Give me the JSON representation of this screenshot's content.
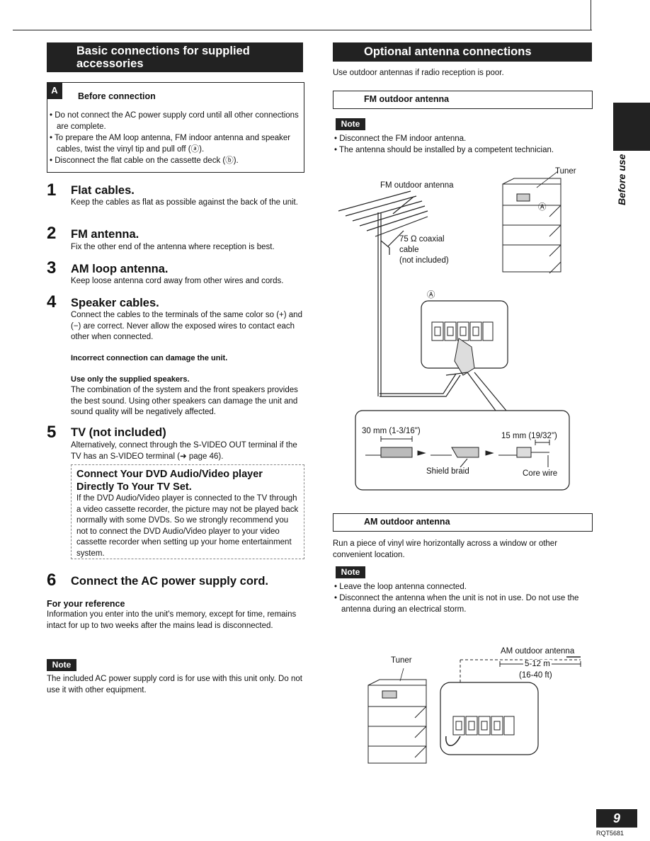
{
  "left": {
    "section_heading_line1": "Basic connections for supplied",
    "section_heading_line2": "accessories",
    "before_box": {
      "badge": "A",
      "title": "Before connection",
      "items": [
        "Do not connect the AC power supply cord until all other connections are complete.",
        "To prepare the AM loop antenna, FM indoor antenna and speaker cables, twist the vinyl tip and pull off (ⓐ).",
        "Disconnect the flat cable on the cassette deck (ⓑ)."
      ]
    },
    "steps": [
      {
        "num": "1",
        "title": "Flat cables.",
        "text": "Keep the cables as flat as possible against the back of the unit."
      },
      {
        "num": "2",
        "title": "FM antenna.",
        "text": "Fix the other end of the antenna where reception is best."
      },
      {
        "num": "3",
        "title": "AM loop antenna.",
        "text": "Keep loose antenna cord away from other wires and cords."
      },
      {
        "num": "4",
        "title": "Speaker cables.",
        "text": "Connect the cables to the terminals of the same color so (+) and (−) are correct. Never allow the exposed wires to contact each other when connected.",
        "warning1": "Incorrect connection can damage the unit.",
        "warning2_title": "Use only the supplied speakers.",
        "warning2_text": "The combination of the system and the front speakers provides the best sound. Using other speakers can damage the unit and sound quality will be negatively affected."
      },
      {
        "num": "5",
        "title": "TV (not included)",
        "text": "Alternatively, connect through the S-VIDEO OUT terminal if the TV has an S-VIDEO terminal (➜ page 46)."
      },
      {
        "num": "6",
        "title": "Connect the AC power supply cord."
      }
    ],
    "dvd_box": {
      "title_line1": "Connect Your DVD Audio/Video player",
      "title_line2": "Directly To Your TV Set.",
      "text": "If the DVD Audio/Video player is connected to the TV through a video cassette recorder, the picture may not be played back normally with some DVDs. So we strongly recommend you not to connect the DVD Audio/Video player to your video cassette recorder when setting up your home entertainment system."
    },
    "reference": {
      "title": "For your reference",
      "text": "Information you enter into the unit's memory, except for time, remains intact for up to two weeks after the mains lead is disconnected."
    },
    "note_badge": "Note",
    "note_text": "The included AC power supply cord is for use with this unit only. Do not use it with other equipment."
  },
  "right": {
    "section_heading": "Optional antenna connections",
    "intro": "Use outdoor antennas if radio reception is poor.",
    "fm": {
      "heading": "FM outdoor antenna",
      "note_badge": "Note",
      "notes": [
        "Disconnect the FM indoor antenna.",
        "The antenna should be installed by a competent technician."
      ],
      "diagram": {
        "tuner": "Tuner",
        "antenna": "FM outdoor antenna",
        "coax_line1": "75 Ω coaxial",
        "coax_line2": "cable",
        "coax_line3": "(not included)",
        "marker": "Ⓐ",
        "len1": "30 mm (1-3/16\")",
        "len2": "15 mm (19/32\")",
        "shield": "Shield braid",
        "core": "Core wire"
      }
    },
    "am": {
      "heading": "AM outdoor antenna",
      "text": "Run a piece of vinyl wire horizontally across a window or other convenient location.",
      "note_badge": "Note",
      "notes": [
        "Leave the loop antenna connected.",
        "Disconnect the antenna when the unit is not in use. Do not use the antenna during an electrical storm."
      ],
      "diagram": {
        "tuner": "Tuner",
        "antenna": "AM outdoor antenna",
        "len_m": "5-12 m",
        "len_ft": "(16-40 ft)"
      }
    }
  },
  "side_tab": "Before use",
  "page_number": "9",
  "doc_code": "RQT5681"
}
